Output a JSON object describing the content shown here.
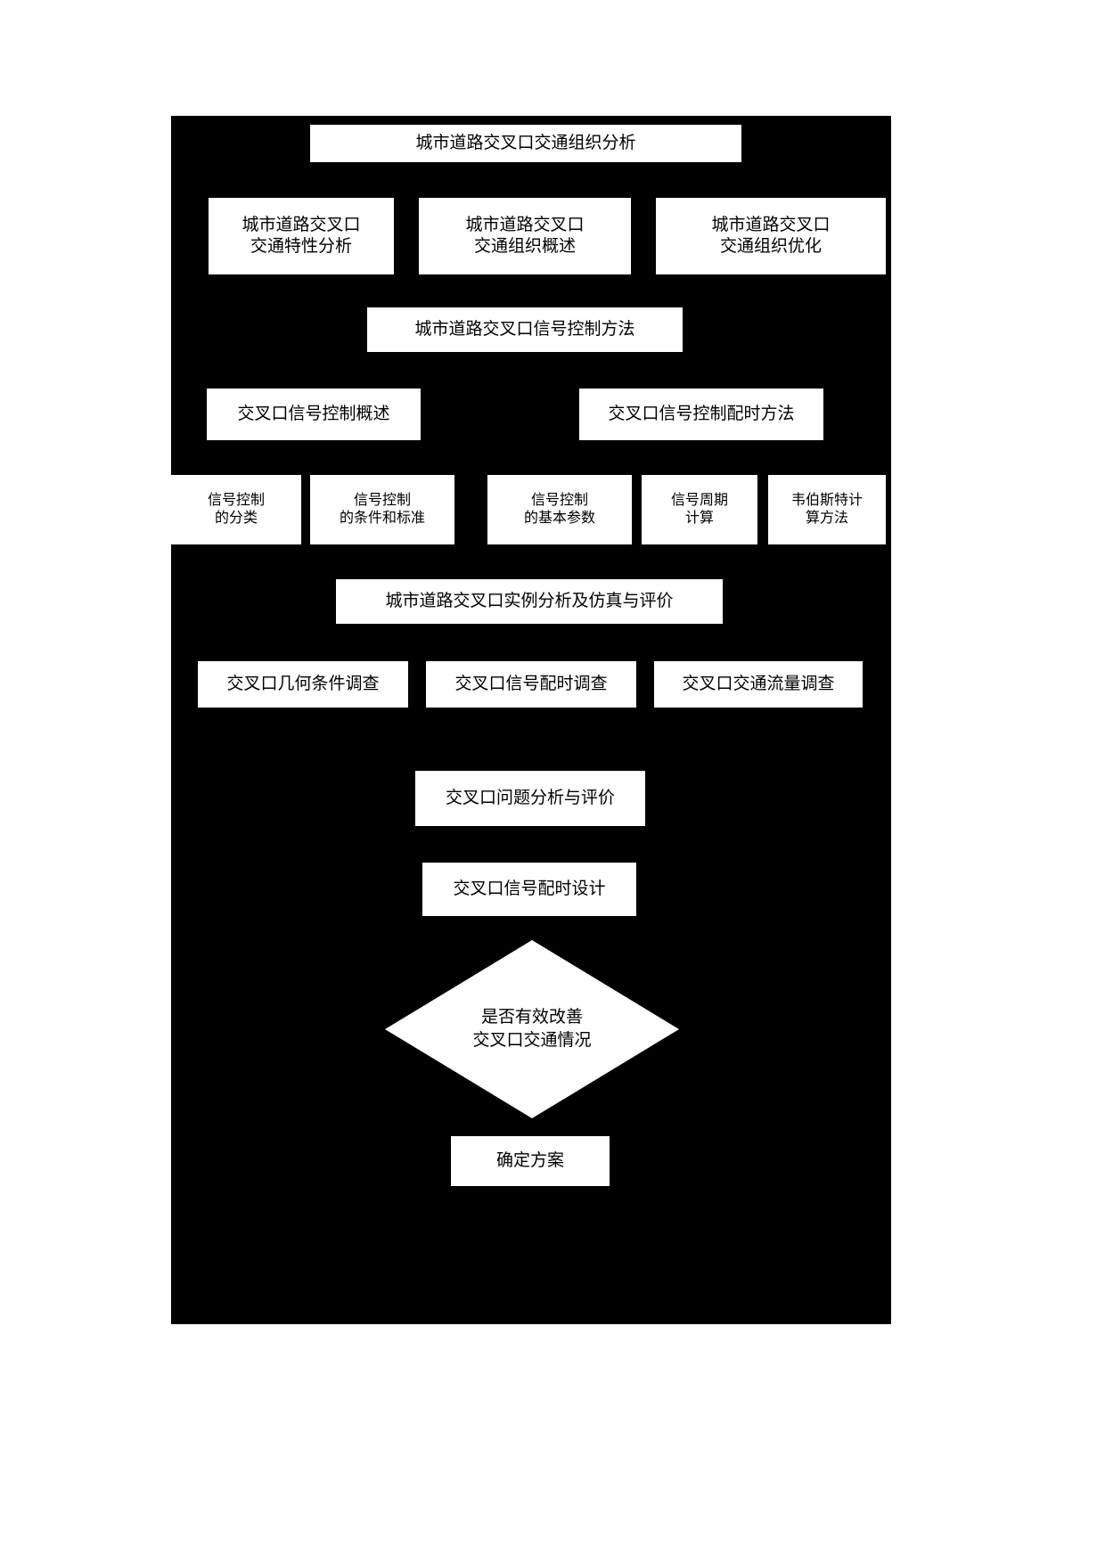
{
  "diagram": {
    "type": "flowchart",
    "title": "城市道路交叉口交通组织分析",
    "background_color": "#000000",
    "node_fill_color": "#ffffff",
    "text_color": "#000000",
    "levels": [
      {
        "name": "level-1-root",
        "nodes": [
          {
            "id": "n1",
            "label": "城市道路交叉口交通组织分析"
          }
        ]
      },
      {
        "name": "level-2-branches",
        "nodes": [
          {
            "id": "n2",
            "label": "城市道路交叉口\n交通特性分析"
          },
          {
            "id": "n3",
            "label": "城市道路交叉口\n交通组织概述"
          },
          {
            "id": "n4",
            "label": "城市道路交叉口\n交通组织优化"
          }
        ]
      },
      {
        "name": "level-3-signal-method",
        "nodes": [
          {
            "id": "n5",
            "label": "城市道路交叉口信号控制方法"
          }
        ]
      },
      {
        "name": "level-4-signal-sub",
        "nodes": [
          {
            "id": "n6",
            "label": "交叉口信号控制概述"
          },
          {
            "id": "n7",
            "label": "交叉口信号控制配时方法"
          }
        ]
      },
      {
        "name": "level-5-details",
        "nodes": [
          {
            "id": "n8",
            "label": "信号控制\n的分类"
          },
          {
            "id": "n9",
            "label": "信号控制\n的条件和标准"
          },
          {
            "id": "n10",
            "label": "信号控制\n的基本参数"
          },
          {
            "id": "n11",
            "label": "信号周期\n计算"
          },
          {
            "id": "n12",
            "label": "韦伯斯特计\n算方法"
          }
        ]
      },
      {
        "name": "level-6-case-study",
        "nodes": [
          {
            "id": "n13",
            "label": "城市道路交叉口实例分析及仿真与评价"
          }
        ]
      },
      {
        "name": "level-7-surveys",
        "nodes": [
          {
            "id": "n14",
            "label": "交叉口几何条件调查"
          },
          {
            "id": "n15",
            "label": "交叉口信号配时调查"
          },
          {
            "id": "n16",
            "label": "交叉口交通流量调查"
          }
        ]
      },
      {
        "name": "level-8-analysis",
        "nodes": [
          {
            "id": "n17",
            "label": "交叉口问题分析与评价"
          }
        ]
      },
      {
        "name": "level-9-design",
        "nodes": [
          {
            "id": "n18",
            "label": "交叉口信号配时设计"
          }
        ]
      },
      {
        "name": "level-10-decision",
        "nodes": [
          {
            "id": "n19",
            "label": "是否有效改善\n交叉口交通情况",
            "shape": "diamond"
          }
        ]
      },
      {
        "name": "level-11-final",
        "nodes": [
          {
            "id": "n20",
            "label": "确定方案"
          }
        ]
      }
    ]
  }
}
